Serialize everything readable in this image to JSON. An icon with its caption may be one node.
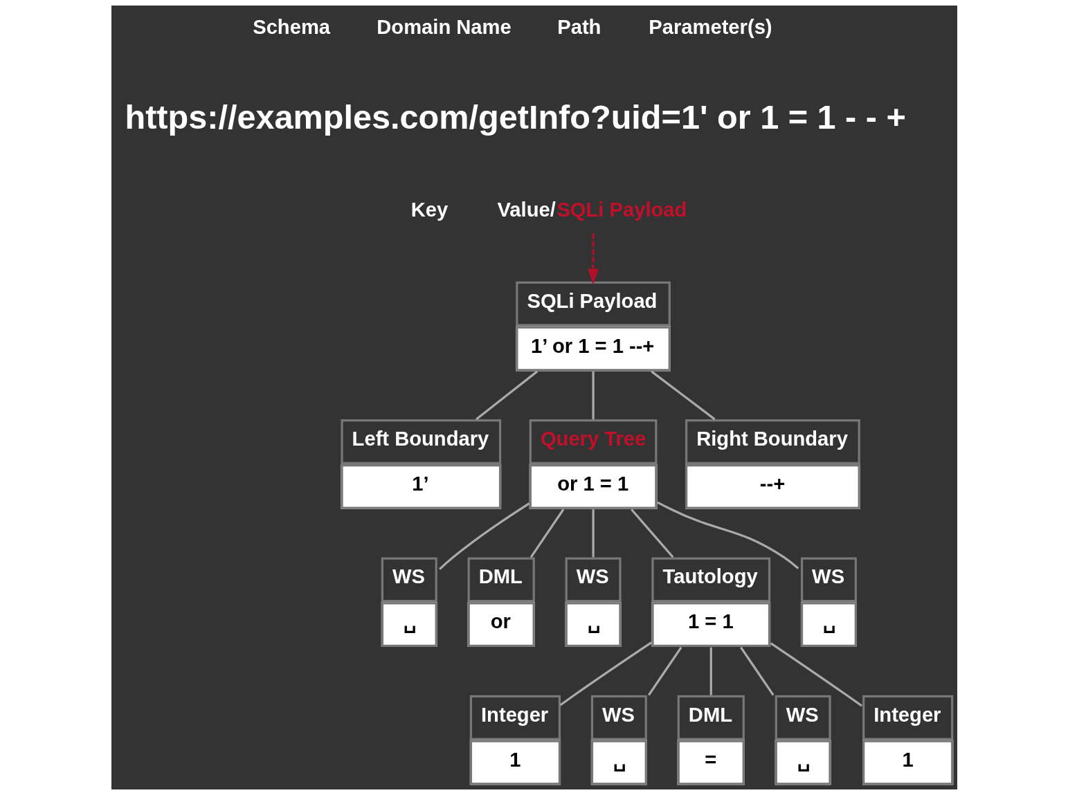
{
  "diagram": {
    "nodes": [
      {
        "text": [
          "Value/SQLi Payload"
        ]
      },
      {
        "text": [
          "SQLi Payload",
          "1’ or 1 = 1 --+"
        ]
      },
      {
        "text": [
          "Left Boundary",
          "1’"
        ]
      },
      {
        "text": [
          "Query Tree",
          "or 1 = 1"
        ]
      },
      {
        "text": [
          "Right Boundary",
          "--+"
        ]
      },
      {
        "text": [
          "WS",
          "␣"
        ]
      },
      {
        "text": [
          "DML",
          "or"
        ]
      },
      {
        "text": [
          "WS",
          "␣"
        ]
      },
      {
        "text": [
          "Tautology",
          "1 = 1"
        ]
      },
      {
        "text": [
          "WS",
          "␣"
        ]
      },
      {
        "text": [
          "Integer",
          "1"
        ]
      },
      {
        "text": [
          "WS",
          "␣"
        ]
      },
      {
        "text": [
          "DML",
          "="
        ]
      },
      {
        "text": [
          "WS",
          "␣"
        ]
      },
      {
        "text": [
          "Integer",
          "1"
        ]
      }
    ],
    "edges": [
      {
        "from": 0,
        "to": 1,
        "arrow": "to",
        "style": "dashed",
        "color": "#b0102a"
      },
      {
        "from": 1,
        "to": 2,
        "arrow": "none"
      },
      {
        "from": 1,
        "to": 3,
        "arrow": "none"
      },
      {
        "from": 1,
        "to": 4,
        "arrow": "none"
      },
      {
        "from": 3,
        "to": 5,
        "arrow": "none"
      },
      {
        "from": 3,
        "to": 6,
        "arrow": "none"
      },
      {
        "from": 3,
        "to": 7,
        "arrow": "none"
      },
      {
        "from": 3,
        "to": 8,
        "arrow": "none"
      },
      {
        "from": 3,
        "to": 9,
        "arrow": "none"
      },
      {
        "from": 8,
        "to": 10,
        "arrow": "none"
      },
      {
        "from": 8,
        "to": 11,
        "arrow": "none"
      },
      {
        "from": 8,
        "to": 12,
        "arrow": "none"
      },
      {
        "from": 8,
        "to": 13,
        "arrow": "none"
      },
      {
        "from": 8,
        "to": 14,
        "arrow": "none"
      }
    ],
    "labels": [
      "Schema",
      "Domain Name",
      "Path",
      "Parameter(s)",
      "https://examples.com/getInfo?uid=1' or 1 = 1 - - +",
      "Key"
    ]
  }
}
